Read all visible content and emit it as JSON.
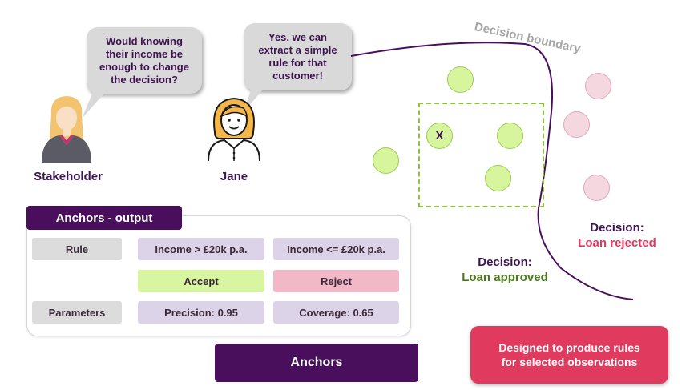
{
  "bubbles": {
    "stakeholder_question": "Would knowing their income be enough to change the decision?",
    "jane_answer": "Yes, we can extract a simple rule for that customer!"
  },
  "people": {
    "stakeholder": "Stakeholder",
    "jane": "Jane"
  },
  "panel": {
    "title": "Anchors - output",
    "rule_label": "Rule",
    "parameters_label": "Parameters",
    "rule_left": "Income > £20k p.a.",
    "rule_right": "Income <= £20k p.a.",
    "accept": "Accept",
    "reject": "Reject",
    "precision": "Precision: 0.95",
    "coverage": "Coverage: 0.65"
  },
  "anchors_button": "Anchors",
  "info_box": {
    "line1": "Designed to produce rules",
    "line2": "for selected observations"
  },
  "diagram": {
    "boundary_label": "Decision boundary",
    "approved": {
      "title": "Decision:",
      "value": "Loan approved",
      "color": "#4d7a1c"
    },
    "rejected": {
      "title": "Decision:",
      "value": "Loan rejected",
      "color": "#e03b5e"
    },
    "selected_point_marker": "X"
  },
  "colors": {
    "purple_dark": "#4a0f5c",
    "text_purple": "#3d1350",
    "accent_red": "#e03b5e",
    "approved_dot": "#d6f59c",
    "rejected_dot": "#f5d7df"
  }
}
